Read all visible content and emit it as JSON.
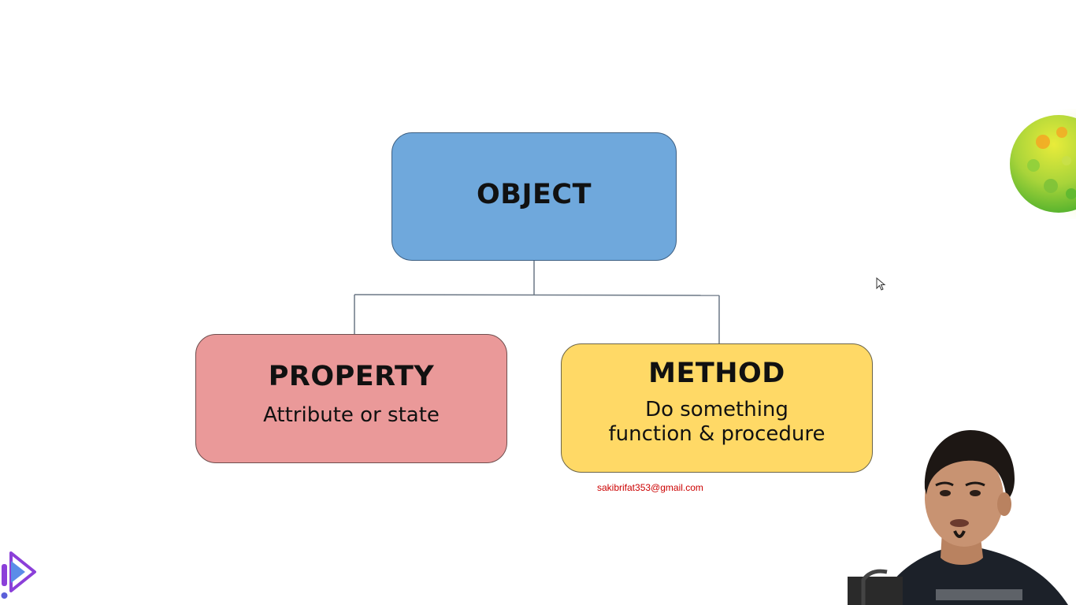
{
  "diagram": {
    "root": {
      "title": "OBJECT"
    },
    "children": [
      {
        "title": "PROPERTY",
        "subtitle_lines": [
          "Attribute or state"
        ]
      },
      {
        "title": "METHOD",
        "subtitle_lines": [
          "Do something",
          "function & procedure"
        ]
      }
    ]
  },
  "footer": {
    "email": "sakibrifat353@gmail.com"
  },
  "colors": {
    "object_fill": "#6fa8dc",
    "property_fill": "#ea9999",
    "method_fill": "#ffd966",
    "email_text": "#cc0000",
    "logo_accent": "#8b3fd9"
  },
  "icons": [
    "brand-logo-icon",
    "planet-icon",
    "mouse-cursor-icon"
  ]
}
